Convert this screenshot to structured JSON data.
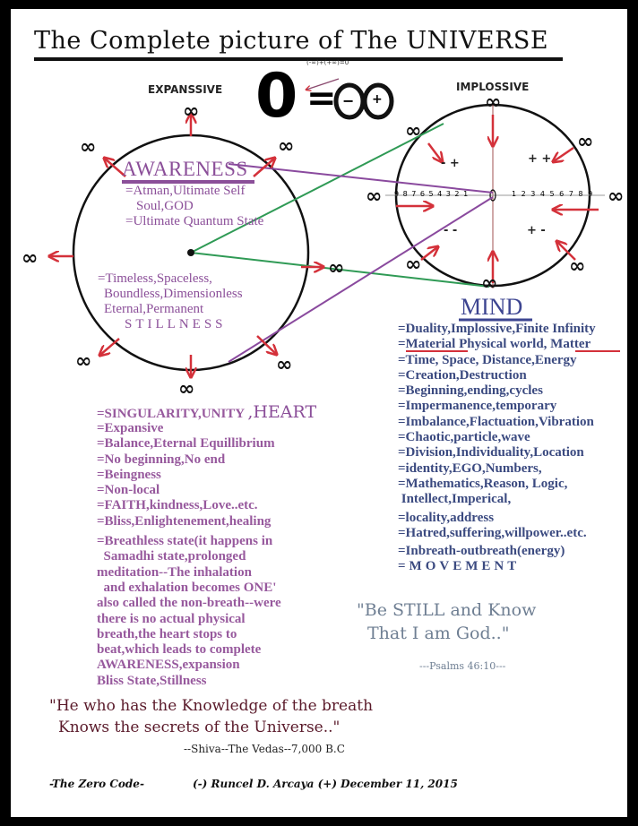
{
  "title": "The Complete picture of The UNIVERSE",
  "equation": {
    "zero": "0",
    "equals": "=",
    "infinity": "∞",
    "minus": "−",
    "plus": "+",
    "formula": "(-∞)+(+∞)=0"
  },
  "left_circle": {
    "label_top": "EXPANSSIVE",
    "infinity_symbol": "∞",
    "heading": "AWARENESS",
    "lines_top": [
      "=Atman,Ultimate Self",
      "Soul,GOD",
      "=Ultimate Quantum State"
    ],
    "lines_bottom": [
      "=Timeless,Spaceless,",
      "Boundless,Dimensionless",
      "Eternal,Permanent"
    ],
    "stillness": "STILLNESS"
  },
  "right_circle": {
    "label_top": "IMPLOSSIVE",
    "infinity_symbol": "∞",
    "quadrants": [
      "- +",
      "+ +",
      "- -",
      "+ -"
    ],
    "number_line_left": "9 8 7 6 5 4 3 2 1",
    "number_line_zero": "0",
    "number_line_right": "1 2 3 4 5 6 7 8 9"
  },
  "mind": {
    "heading": "MIND",
    "lines": [
      "=Duality,Implossive,Finite Infinity",
      "=Material Physical world, Matter",
      "=Time, Space, Distance,Energy",
      "=Creation,Destruction",
      "=Beginning,ending,cycles",
      "=Impermanence,temporary",
      "=Imbalance,Flactuation,Vibration",
      "=Chaotic,particle,wave",
      "=Division,Individuality,Location",
      "=identity,EGO,Numbers,",
      "=Mathematics,Reason, Logic,",
      " Intellect,Imperical,",
      "=locality,address",
      "=Hatred,suffering,willpower..etc.",
      "=Inbreath-outbreath(energy)",
      "=MOVEMENT"
    ]
  },
  "heart": {
    "first_line": "=SINGULARITY,UNITY",
    "heading": ",HEART",
    "lines": [
      "=Expansive",
      "=Balance,Eternal Equillibrium",
      "=No beginning,No end",
      "=Beingness",
      "=Non-local",
      "=FAITH,kindness,Love..etc.",
      "=Bliss,Enlightenement,healing"
    ],
    "breath_lines": [
      "=Breathless state(it happens in",
      "  Samadhi state,prolonged",
      "meditation--The inhalation",
      "  and exhalation becomes ONE'",
      "also called the non-breath--were",
      "there is no actual physical",
      "breath,the heart stops to",
      "beat,which leads to complete",
      "AWARENESS,expansion",
      "Bliss State,Stillness"
    ]
  },
  "psalm_quote": {
    "line1": "\"Be STILL and Know",
    "line2": "That I am God..\"",
    "source": "---Psalms 46:10---"
  },
  "shiva_quote": {
    "line1": "\"He who has the Knowledge of the breath",
    "line2": "Knows the secrets of the Universe..\"",
    "source": "--Shiva--The Vedas--7,000 B.C"
  },
  "footer": {
    "left": "-The Zero Code-",
    "right": "(-) Runcel D. Arcaya (+) December 11, 2015"
  },
  "colors": {
    "arrow": "#d4313a",
    "green_line": "#2f9a55",
    "purple_line": "#8a4a9e",
    "awareness": "#8b4f99",
    "mind": "#3b4a80"
  }
}
